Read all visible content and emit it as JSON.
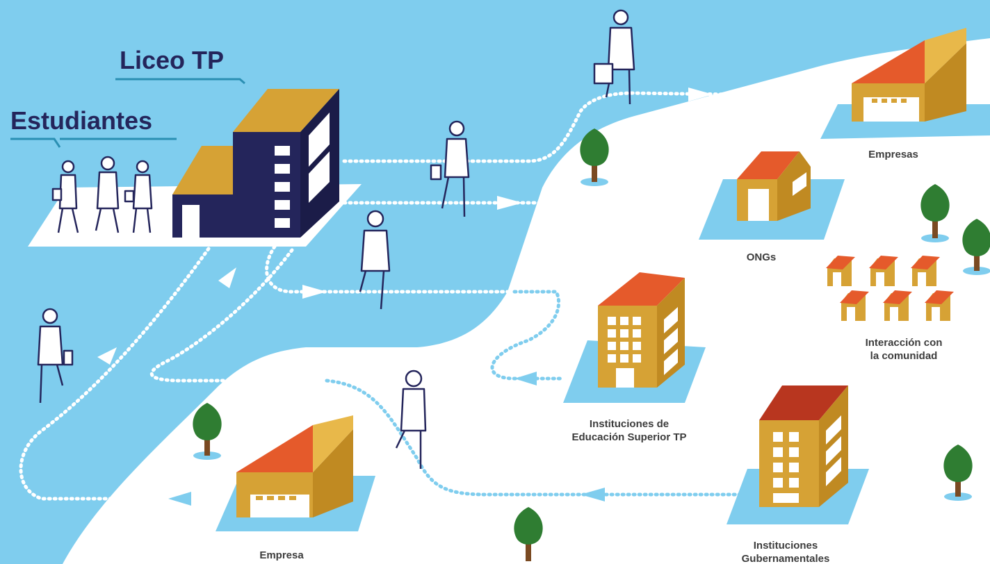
{
  "titles": {
    "school": "Liceo TP",
    "students": "Estudiantes"
  },
  "labels": {
    "companies": "Empresas",
    "ngos": "ONGs",
    "community_line1": "Interacción con",
    "community_line2": "la comunidad",
    "higher_ed_line1": "Instituciones de",
    "higher_ed_line2": "Educación Superior TP",
    "government_line1": "Instituciones",
    "government_line2": "Gubernamentales",
    "company": "Empresa"
  },
  "colors": {
    "background": "#7fcdee",
    "ground": "#ffffff",
    "school": "#24255b",
    "building": "#d6a235",
    "roof": "#e55a2b",
    "path": "#ffffff",
    "path_on_white": "#7fcdee",
    "title": "#24255b",
    "tree": "#2f7d32"
  },
  "icons": [
    "school-building",
    "factory",
    "warehouse",
    "office-building",
    "houses",
    "tree",
    "walking-student"
  ]
}
